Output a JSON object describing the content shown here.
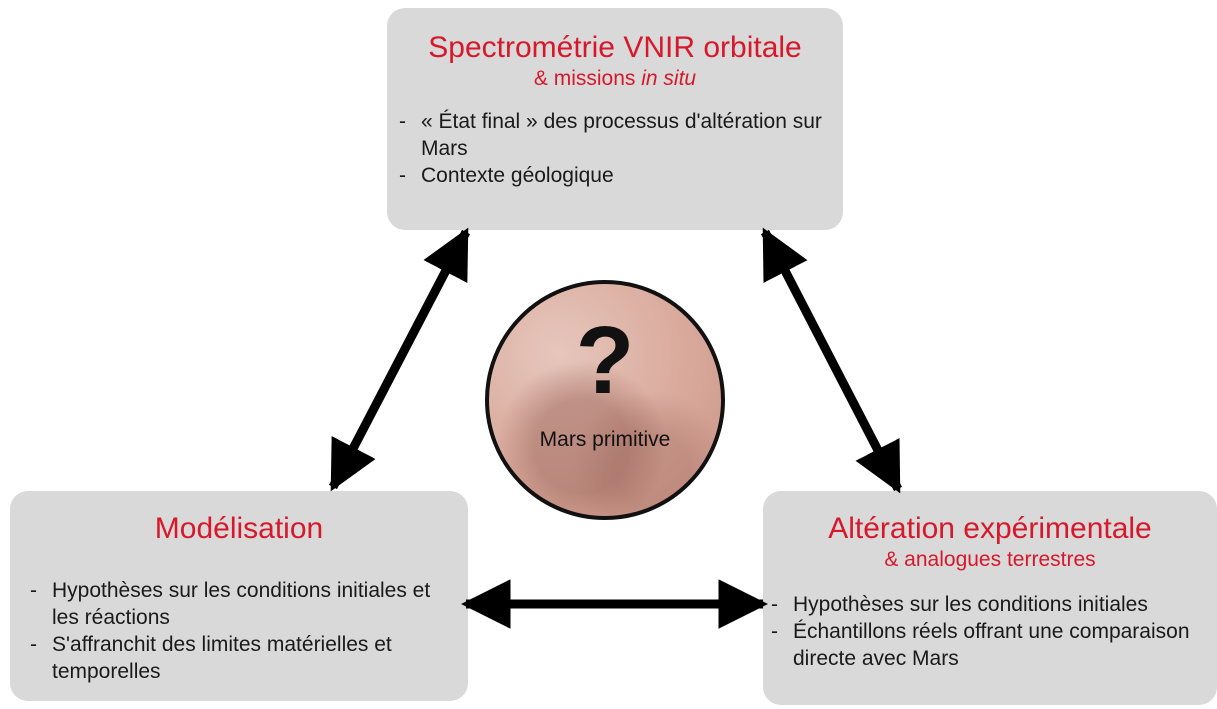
{
  "top_box": {
    "title": "Spectrométrie VNIR orbitale",
    "subtitle_prefix": "& missions ",
    "subtitle_italic": "in situ",
    "bullets": [
      "« État final » des processus d'altération sur Mars",
      "Contexte géologique"
    ]
  },
  "left_box": {
    "title": "Modélisation",
    "bullets": [
      "Hypothèses sur les conditions initiales et les réactions",
      "S'affranchit des limites matérielles et temporelles"
    ]
  },
  "right_box": {
    "title": "Altération expérimentale",
    "subtitle": "& analogues terrestres",
    "bullets": [
      "Hypothèses sur les conditions initiales",
      "Échantillons réels offrant une comparaison directe avec Mars"
    ]
  },
  "center": {
    "symbol": "?",
    "label": "Mars primitive"
  },
  "colors": {
    "title": "#d7182a",
    "box": "#d9d9d9",
    "arrow": "#000000"
  }
}
